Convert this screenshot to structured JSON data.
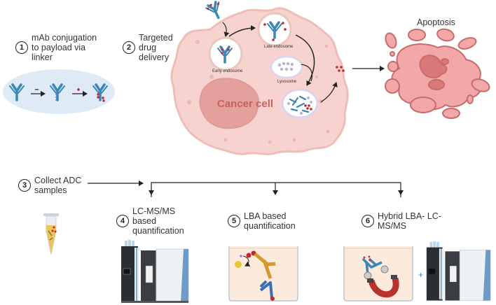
{
  "steps": [
    {
      "number": "1",
      "label": "mAb conjugation\nto payload via\nlinker"
    },
    {
      "number": "2",
      "label": "Targeted\ndrug\ndelivery"
    },
    {
      "number": "3",
      "label": "Collect ADC\nsamples"
    },
    {
      "number": "4",
      "label": "LC-MS/MS\nbased\nquantification"
    },
    {
      "number": "5",
      "label": "LBA based\nquantification"
    },
    {
      "number": "6",
      "label": "Hybrid LBA- LC-\nMS/MS"
    }
  ],
  "cell": {
    "label": "Cancer cell",
    "early_endosome": "Early endosome",
    "late_endosome": "Late endosome",
    "lysosome": "Lysosome"
  },
  "apoptosis": {
    "label": "Apoptosis"
  },
  "hybrid_plus": "+",
  "colors": {
    "antibody_blue": "#3a86b4",
    "payload_red": "#c0282d",
    "cell_fill": "#f7d3cf",
    "cell_stroke": "#efbdb7",
    "nucleus": "#e3a09c",
    "nucleus_text": "#c9625d",
    "apoptosis_fill": "#f2a8a8",
    "apoptosis_stroke": "#c86b6b",
    "ellipse_bg": "#deebf7",
    "well_fill": "#fcebdc",
    "lba_gold": "#d39b2c",
    "magnet_red": "#b8322e"
  }
}
